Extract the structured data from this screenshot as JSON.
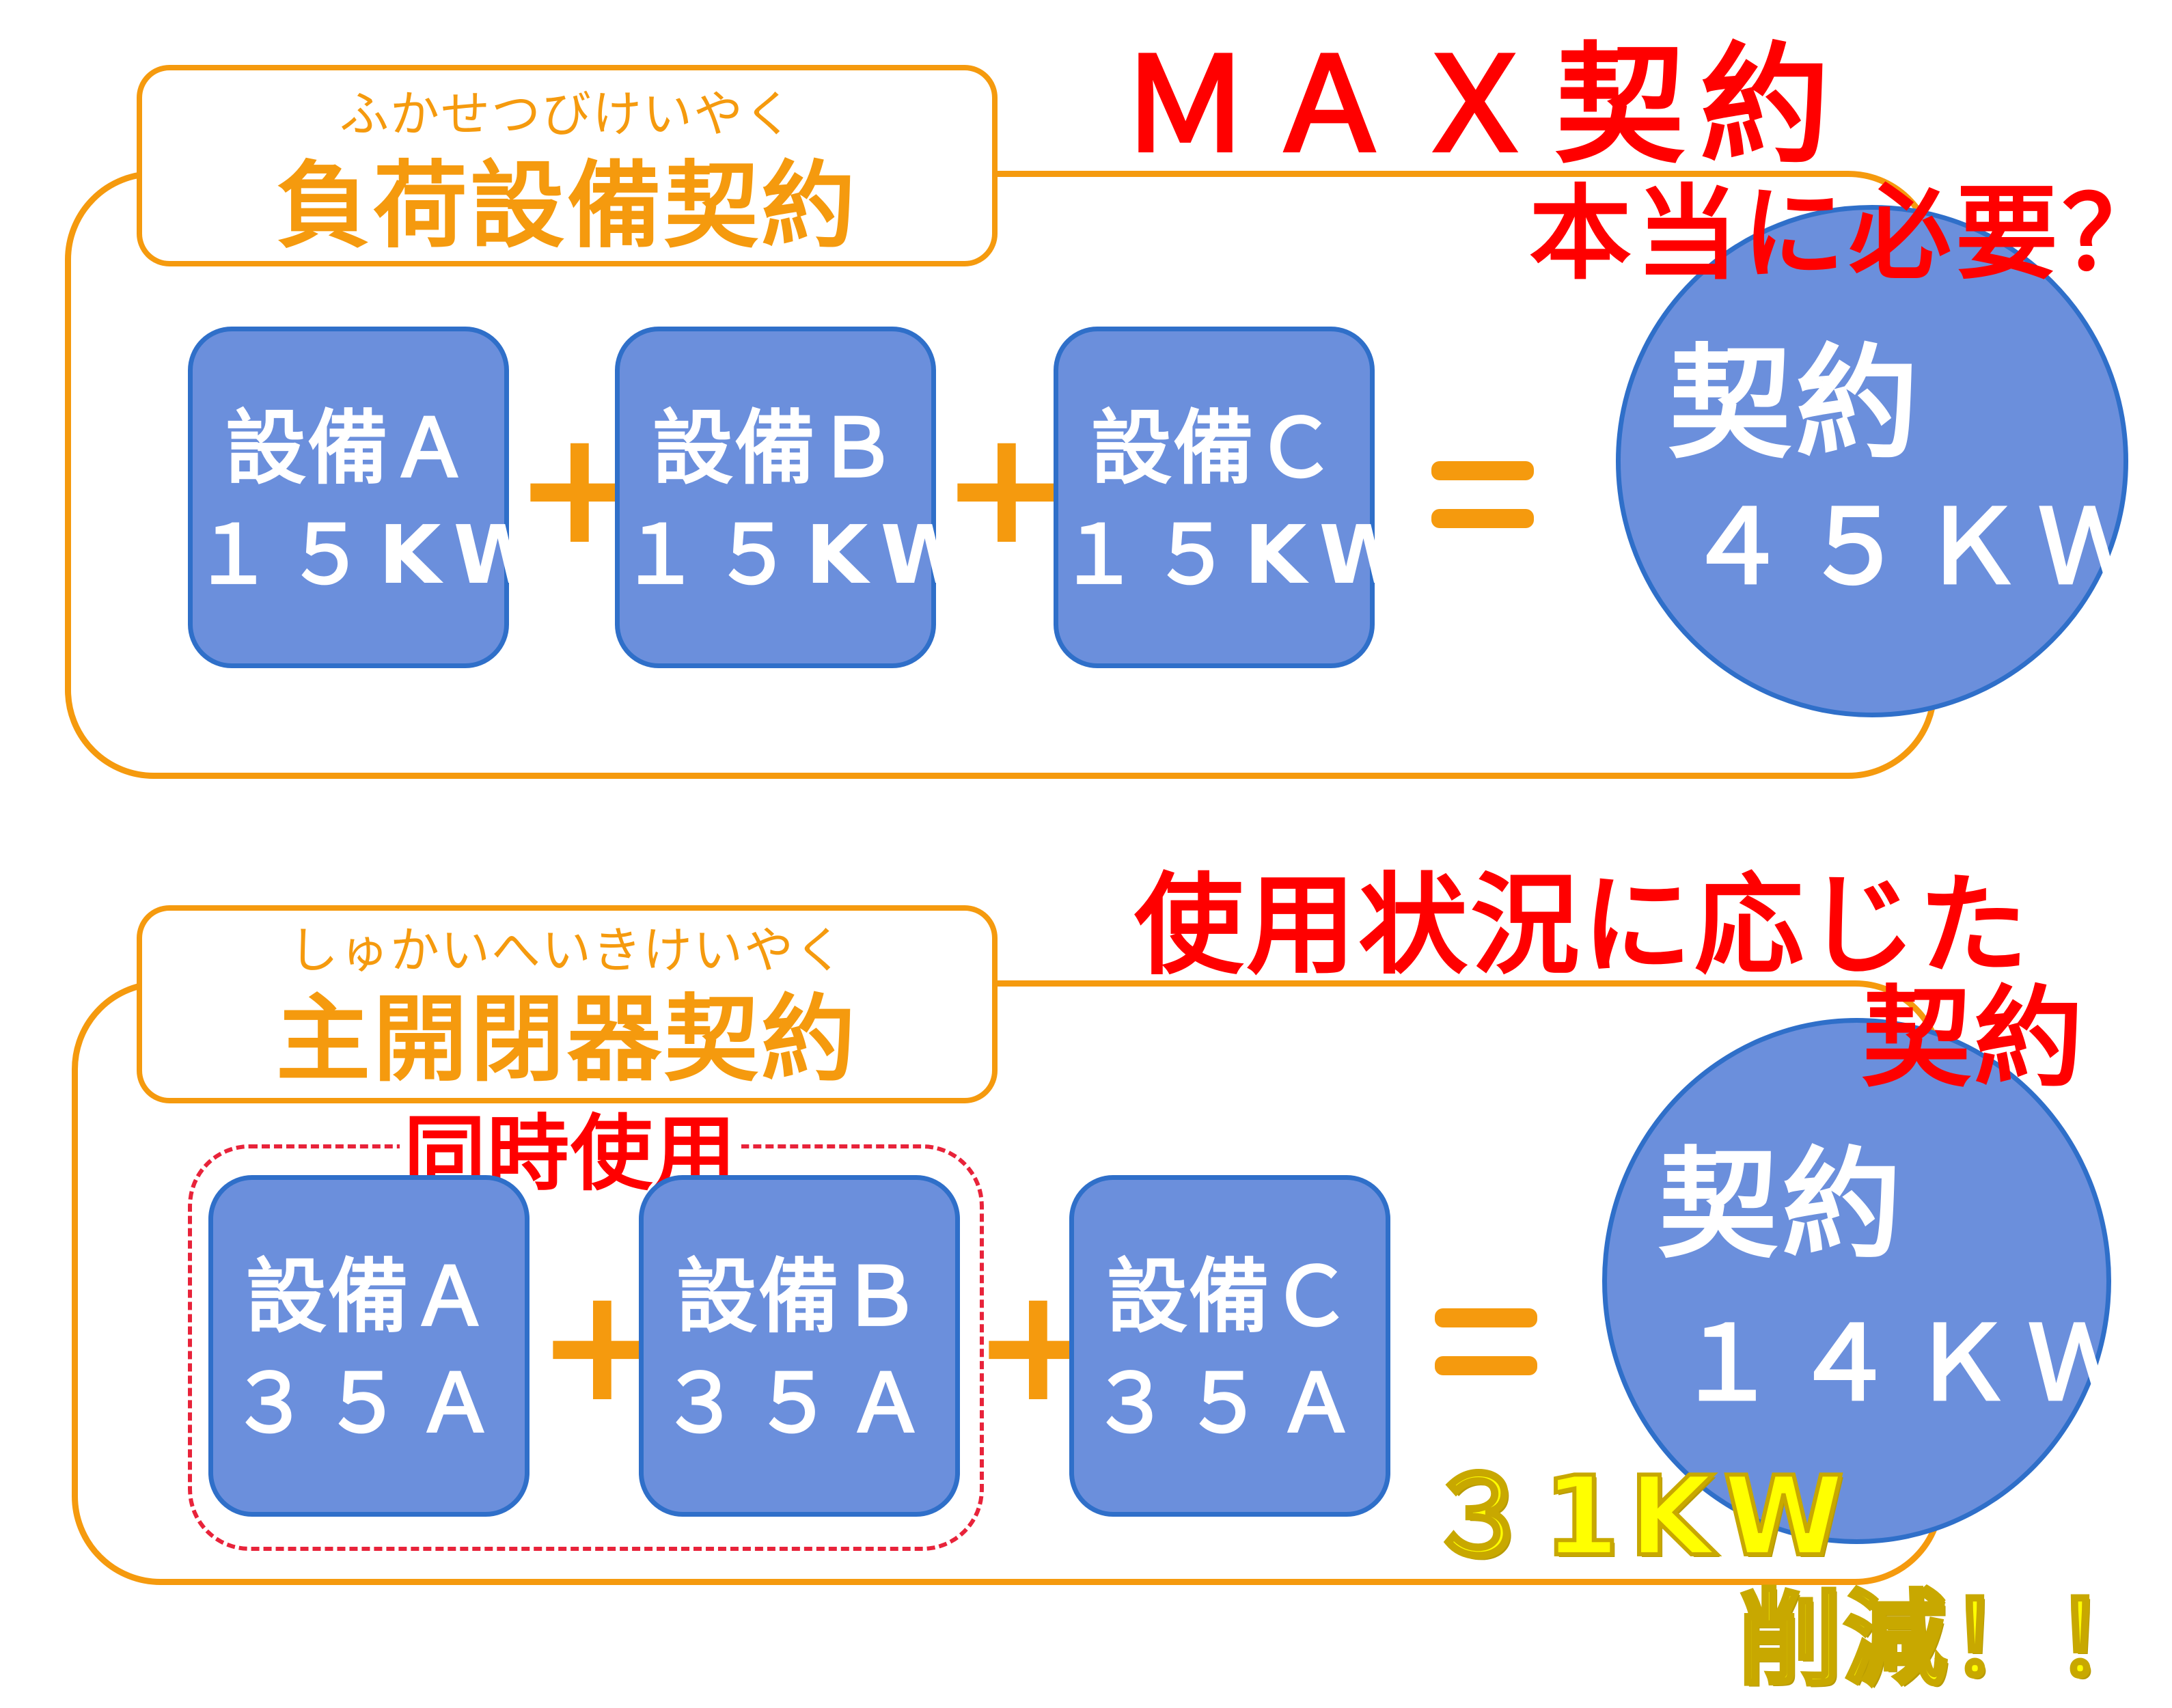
{
  "top": {
    "ruby": "ふかせつびけいやく",
    "heading": "負荷設備契約",
    "headline": "ＭＡＸ契約",
    "question": "本当に必要？",
    "boxes": [
      {
        "name": "設備Ａ",
        "value": "１５KW"
      },
      {
        "name": "設備Ｂ",
        "value": "１５KW"
      },
      {
        "name": "設備Ｃ",
        "value": "１５KW"
      }
    ],
    "plus": "+",
    "result_label": "契約",
    "result_value": "４５ＫＷ"
  },
  "bottom": {
    "ruby": "しゅかいへいきけいやく",
    "heading": "主開閉器契約",
    "headline_line1": "使用状況に応じた",
    "headline_line2": "契約",
    "simultaneous_label": "同時使用",
    "boxes": [
      {
        "name": "設備Ａ",
        "value": "３５Ａ"
      },
      {
        "name": "設備Ｂ",
        "value": "３５Ａ"
      },
      {
        "name": "設備Ｃ",
        "value": "３５Ａ"
      }
    ],
    "plus": "+",
    "result_label": "契約",
    "result_value": "１４ＫＷ",
    "reduction_amount": "３1KW",
    "reduction_text": "削減！！"
  },
  "colors": {
    "orange": "#F59A0E",
    "box_fill": "#6B8FDC",
    "box_border": "#2F6FC9",
    "red": "#FF0000",
    "dashed_red": "#E8233A",
    "yellow": "#FFFF00"
  }
}
